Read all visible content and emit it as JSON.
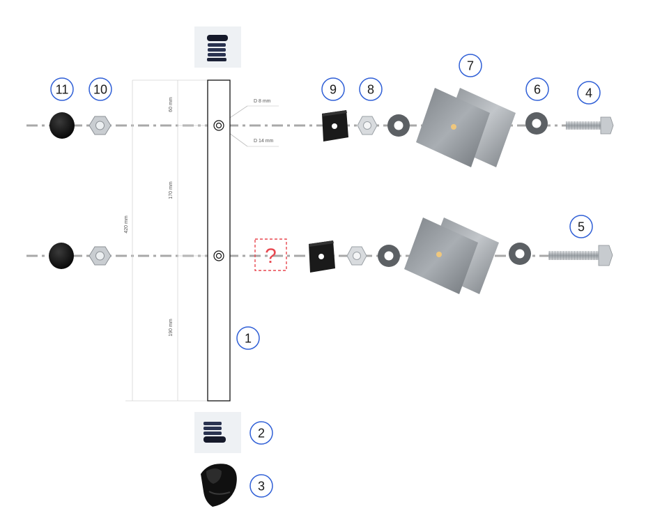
{
  "callouts": {
    "c1": "1",
    "c2": "2",
    "c3": "3",
    "c4": "4",
    "c5": "5",
    "c6": "6",
    "c7": "7",
    "c8": "8",
    "c9": "9",
    "c10": "10",
    "c11": "11"
  },
  "dimensions": {
    "top_offset": "60 mm",
    "middle_spacing": "170 mm",
    "bottom_offset": "190 mm",
    "total_length": "420 mm",
    "small_hole": "D 8 mm",
    "large_hole": "D  14 mm"
  },
  "missing_part": {
    "symbol": "?"
  },
  "colors": {
    "callout_ring": "#2f5fd6",
    "missing_part": "#e8474f",
    "axis_line": "#a8a8a8",
    "rubber": "#141414",
    "steel": "#b9bec3"
  }
}
